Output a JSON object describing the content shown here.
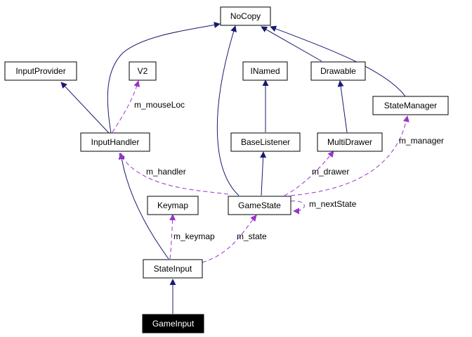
{
  "colors": {
    "inheritance_edge": "#191970",
    "usage_edge": "#9a32cd",
    "highlight_fill": "#000000"
  },
  "nodes": {
    "nocopy": "NoCopy",
    "inputprovider": "InputProvider",
    "v2": "V2",
    "inamed": "INamed",
    "drawable": "Drawable",
    "statemanager": "StateManager",
    "inputhandler": "InputHandler",
    "baselistener": "BaseListener",
    "multidrawer": "MultiDrawer",
    "keymap": "Keymap",
    "gamestate": "GameState",
    "stateinput": "StateInput",
    "gameinput": "GameInput"
  },
  "edge_labels": {
    "mouse_loc": "m_mouseLoc",
    "handler": "m_handler",
    "drawer": "m_drawer",
    "manager": "m_manager",
    "next_state": "m_nextState",
    "keymap": "m_keymap",
    "state": "m_state"
  }
}
